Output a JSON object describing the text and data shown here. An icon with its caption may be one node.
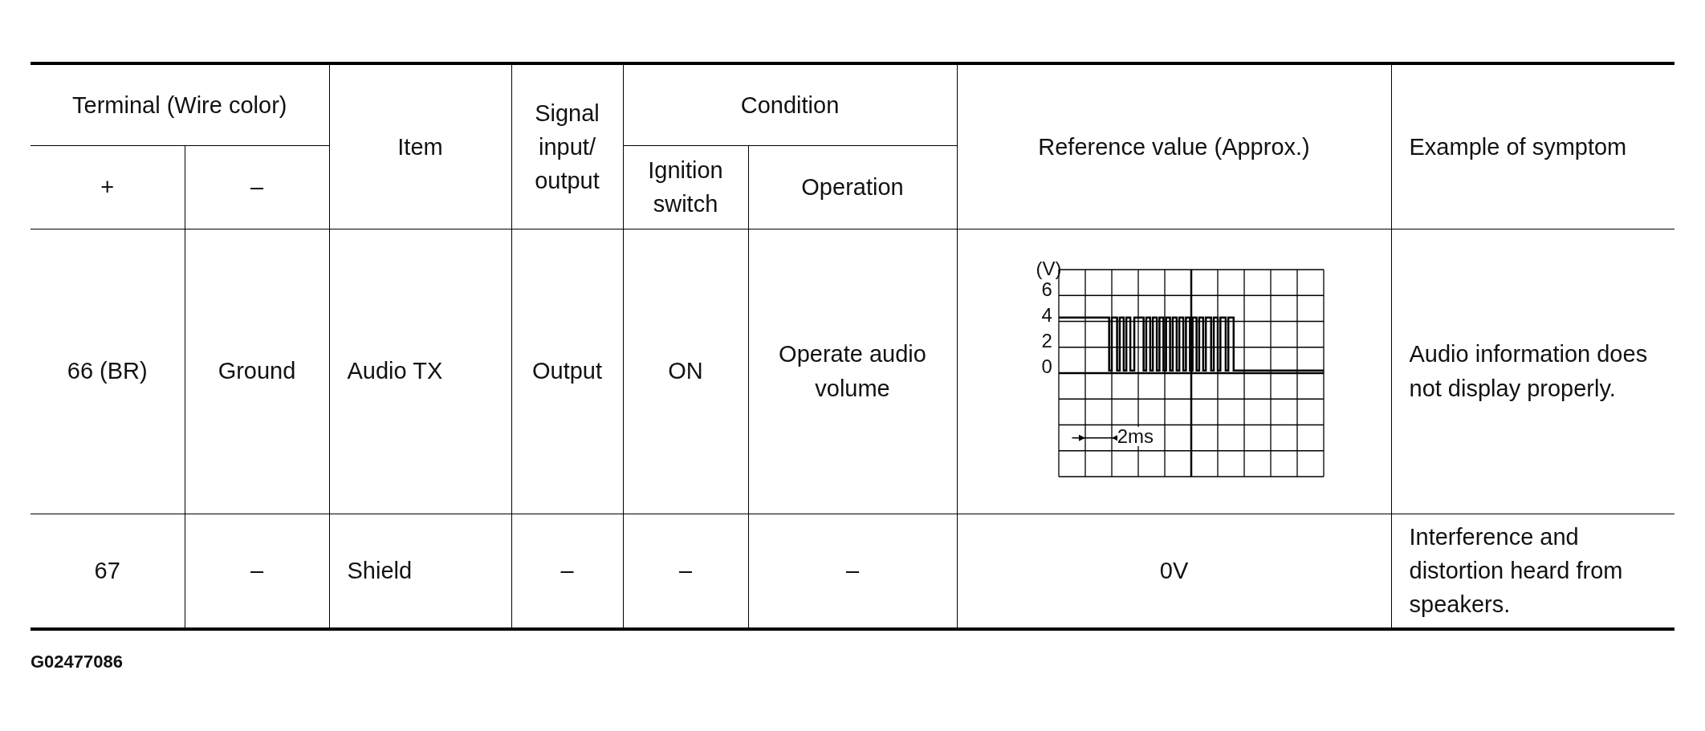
{
  "diagram": {
    "labels": [
      "Terminal (Wire color)",
      "Item",
      "Signal input/ output",
      "Condition",
      "Reference value (Approx.)",
      "Example of symptom",
      "+",
      "–",
      "Ignition switch",
      "Operation",
      "66 (BR)",
      "Ground",
      "Audio TX",
      "Output",
      "ON",
      "Operate audio volume",
      "(V)",
      "6",
      "4",
      "2",
      "0",
      "2ms",
      "Audio information does not display properly.",
      "67",
      "–",
      "Shield",
      "–",
      "–",
      "–",
      "0V",
      "Interference and distortion heard from speakers.",
      "G02477086"
    ]
  }
}
